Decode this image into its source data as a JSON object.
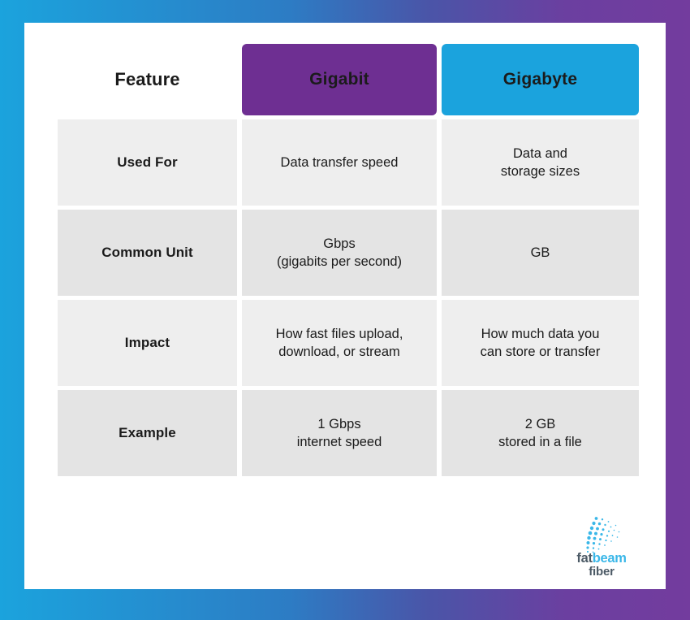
{
  "frame": {
    "gradient_start": "#1ba3dd",
    "gradient_end": "#733c9e"
  },
  "table": {
    "headers": [
      {
        "label": "Feature",
        "bg": "transparent",
        "color": "#1b1b1b"
      },
      {
        "label": "Gigabit",
        "bg": "#6e2f92",
        "color": "#ffffff"
      },
      {
        "label": "Gigabyte",
        "bg": "#1ba3dd",
        "color": "#ffffff"
      }
    ],
    "rows": [
      {
        "feature": "Used For",
        "gigabit": "Data transfer speed",
        "gigabyte": "Data and\nstorage sizes",
        "shade": "#eeeeee"
      },
      {
        "feature": "Common Unit",
        "gigabit": "Gbps\n(gigabits per second)",
        "gigabyte": "GB",
        "shade": "#e4e4e4"
      },
      {
        "feature": "Impact",
        "gigabit": "How fast files upload,\ndownload, or stream",
        "gigabyte": "How much data you\ncan store or transfer",
        "shade": "#eeeeee"
      },
      {
        "feature": "Example",
        "gigabit": "1 Gbps\ninternet speed",
        "gigabyte": "2 GB\nstored in a file",
        "shade": "#e4e4e4"
      }
    ]
  },
  "logo": {
    "name": "fatbeam-fiber-logo",
    "word_part_1": "fat",
    "word_part_2": "beam",
    "word_line_2": "fiber",
    "dark_color": "#4c5a66",
    "accent_color": "#3ab7e8"
  }
}
